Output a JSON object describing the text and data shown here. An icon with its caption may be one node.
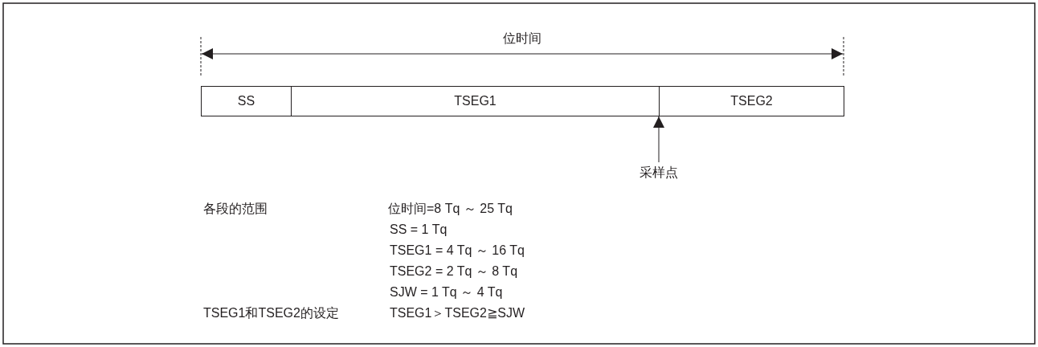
{
  "diagram": {
    "nodes": [
      {
        "text": [
          "SS"
        ]
      },
      {
        "text": [
          "TSEG1"
        ]
      },
      {
        "text": [
          "TSEG2"
        ]
      },
      {
        "text": [
          "采样点"
        ]
      }
    ],
    "edges": [
      {
        "from": 3,
        "to": 2,
        "arrow": "to"
      }
    ],
    "labels": [
      "位时间",
      "各段的范围",
      "位时间=8 Tq ～ 25 Tq",
      "SS = 1 Tq",
      "TSEG1 = 4 Tq ～ 16 Tq",
      "TSEG2 = 2 Tq ～ 8 Tq",
      "SJW = 1 Tq ～ 4 Tq",
      "TSEG1和TSEG2的设定",
      "TSEG1＞TSEG2≧SJW"
    ]
  }
}
